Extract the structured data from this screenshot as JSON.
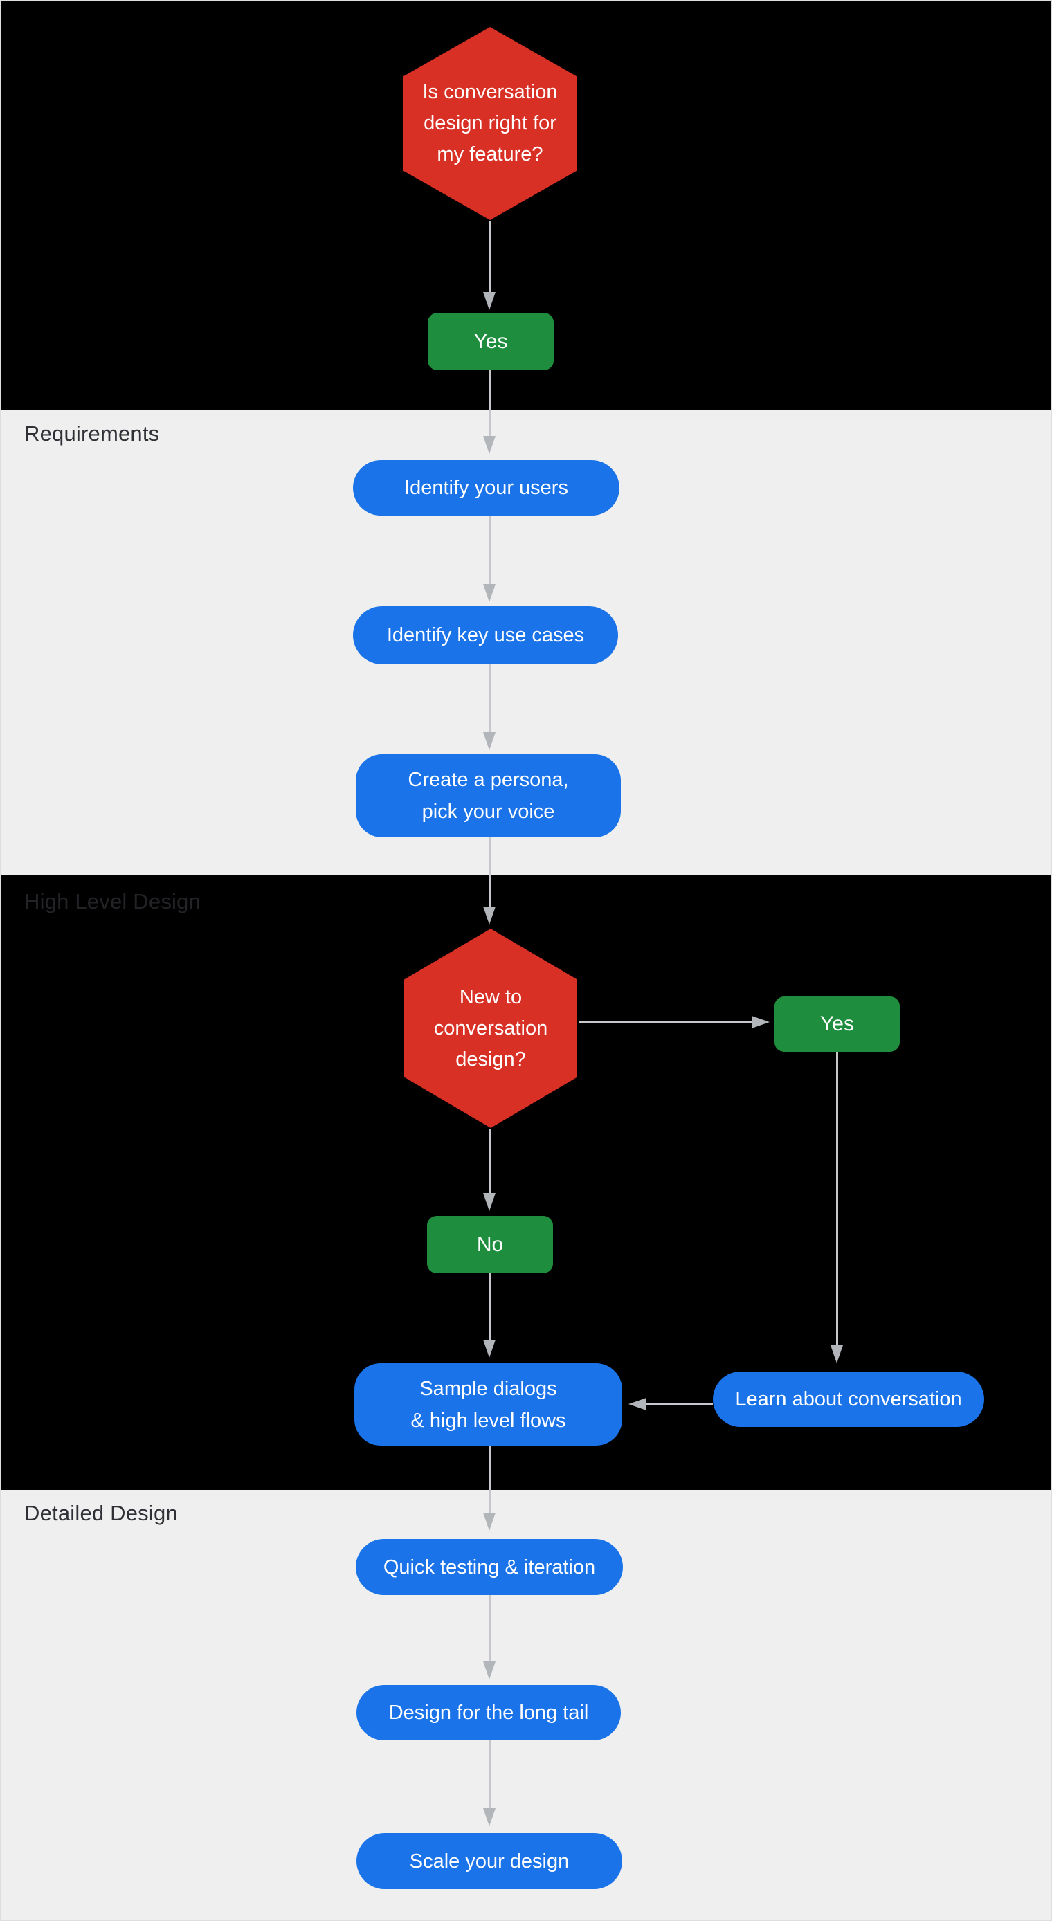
{
  "sections": {
    "requirements": {
      "label": "Requirements"
    },
    "high_level_design": {
      "label": "High Level Design"
    },
    "detailed_design": {
      "label": "Detailed Design"
    }
  },
  "nodes": {
    "q_feature_fit": {
      "type": "decision",
      "text": "Is conversation\ndesign right for\nmy feature?"
    },
    "yes_start": {
      "type": "answer",
      "text": "Yes"
    },
    "identify_users": {
      "type": "step",
      "text": "Identify your users"
    },
    "identify_use_cases": {
      "type": "step",
      "text": "Identify key use cases"
    },
    "create_persona": {
      "type": "step",
      "text": "Create a persona,\npick your voice"
    },
    "q_new_to_cd": {
      "type": "decision",
      "text": "New to\nconversation\ndesign?"
    },
    "yes_new": {
      "type": "answer",
      "text": "Yes"
    },
    "no_new": {
      "type": "answer",
      "text": "No"
    },
    "learn_conversation": {
      "type": "step",
      "text": "Learn about conversation"
    },
    "sample_dialogs": {
      "type": "step",
      "text": "Sample dialogs\n& high level flows"
    },
    "quick_testing": {
      "type": "step",
      "text": "Quick testing & iteration"
    },
    "long_tail": {
      "type": "step",
      "text": "Design for the long tail"
    },
    "scale_design": {
      "type": "step",
      "text": "Scale your design"
    }
  },
  "colors": {
    "red": "#d93025",
    "green": "#1e8e3e",
    "blue": "#1a73e8",
    "section_dark": "#000000",
    "section_light": "#efefef",
    "arrow_line": "#c5c7cb",
    "arrowhead": "#b2b5b9",
    "label_light": "#2f3136",
    "label_on_dark": "#232327",
    "node_text": "#ffffff",
    "page_border": "#dcdee0"
  }
}
